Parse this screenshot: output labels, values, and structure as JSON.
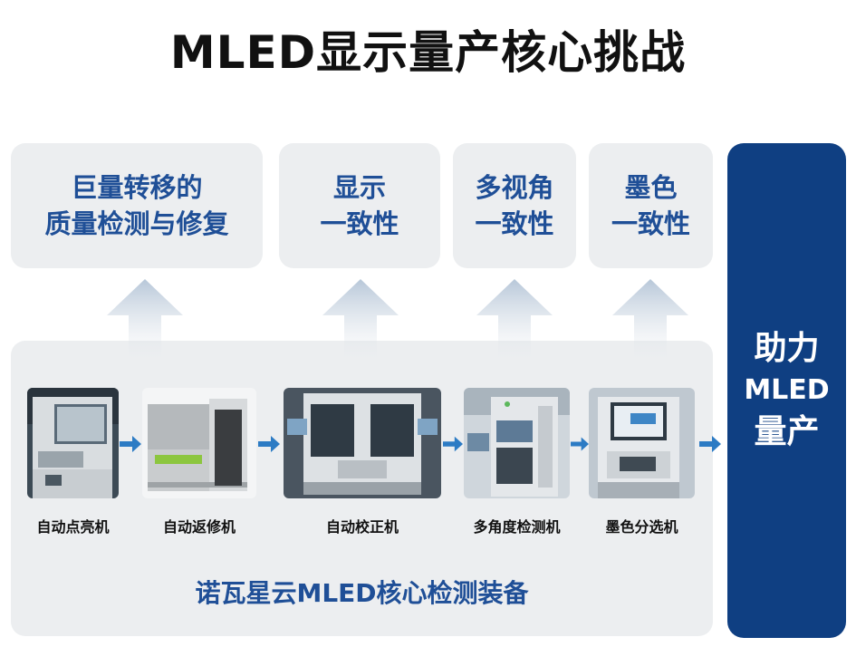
{
  "title": "MLED显示量产核心挑战",
  "challenges": [
    {
      "line1": "巨量转移的",
      "line2": "质量检测与修复"
    },
    {
      "line1": "显示",
      "line2": "一致性"
    },
    {
      "line1": "多视角",
      "line2": "一致性"
    },
    {
      "line1": "墨色",
      "line2": "一致性"
    }
  ],
  "machines": [
    {
      "label": "自动点亮机"
    },
    {
      "label": "自动返修机"
    },
    {
      "label": "自动校正机"
    },
    {
      "label": "多角度检测机"
    },
    {
      "label": "墨色分选机"
    }
  ],
  "panel_caption": "诺瓦星云MLED核心检测装备",
  "goal": {
    "line1": "助力",
    "line2": "MLED",
    "line3": "量产"
  },
  "colors": {
    "accent": "#1f4f97",
    "goal_bg": "#0f3f82",
    "arrow": "#2c7bc4",
    "panel": "#eceef0"
  }
}
